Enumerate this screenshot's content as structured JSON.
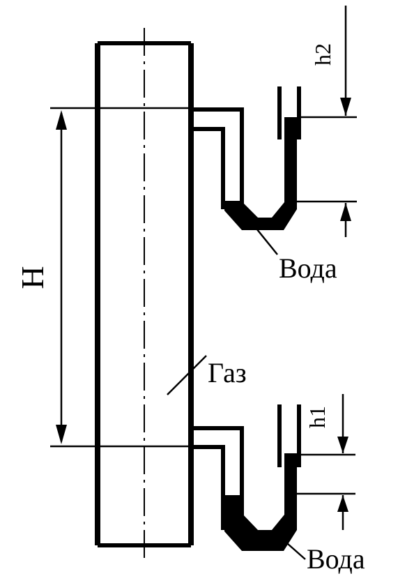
{
  "labels": {
    "height": "H",
    "upper_diff": "h2",
    "lower_diff": "h1",
    "gas": "Газ",
    "water_upper": "Вода",
    "water_lower": "Вода"
  },
  "colors": {
    "stroke": "#000000",
    "liquid": "#000000",
    "background": "#ffffff"
  }
}
